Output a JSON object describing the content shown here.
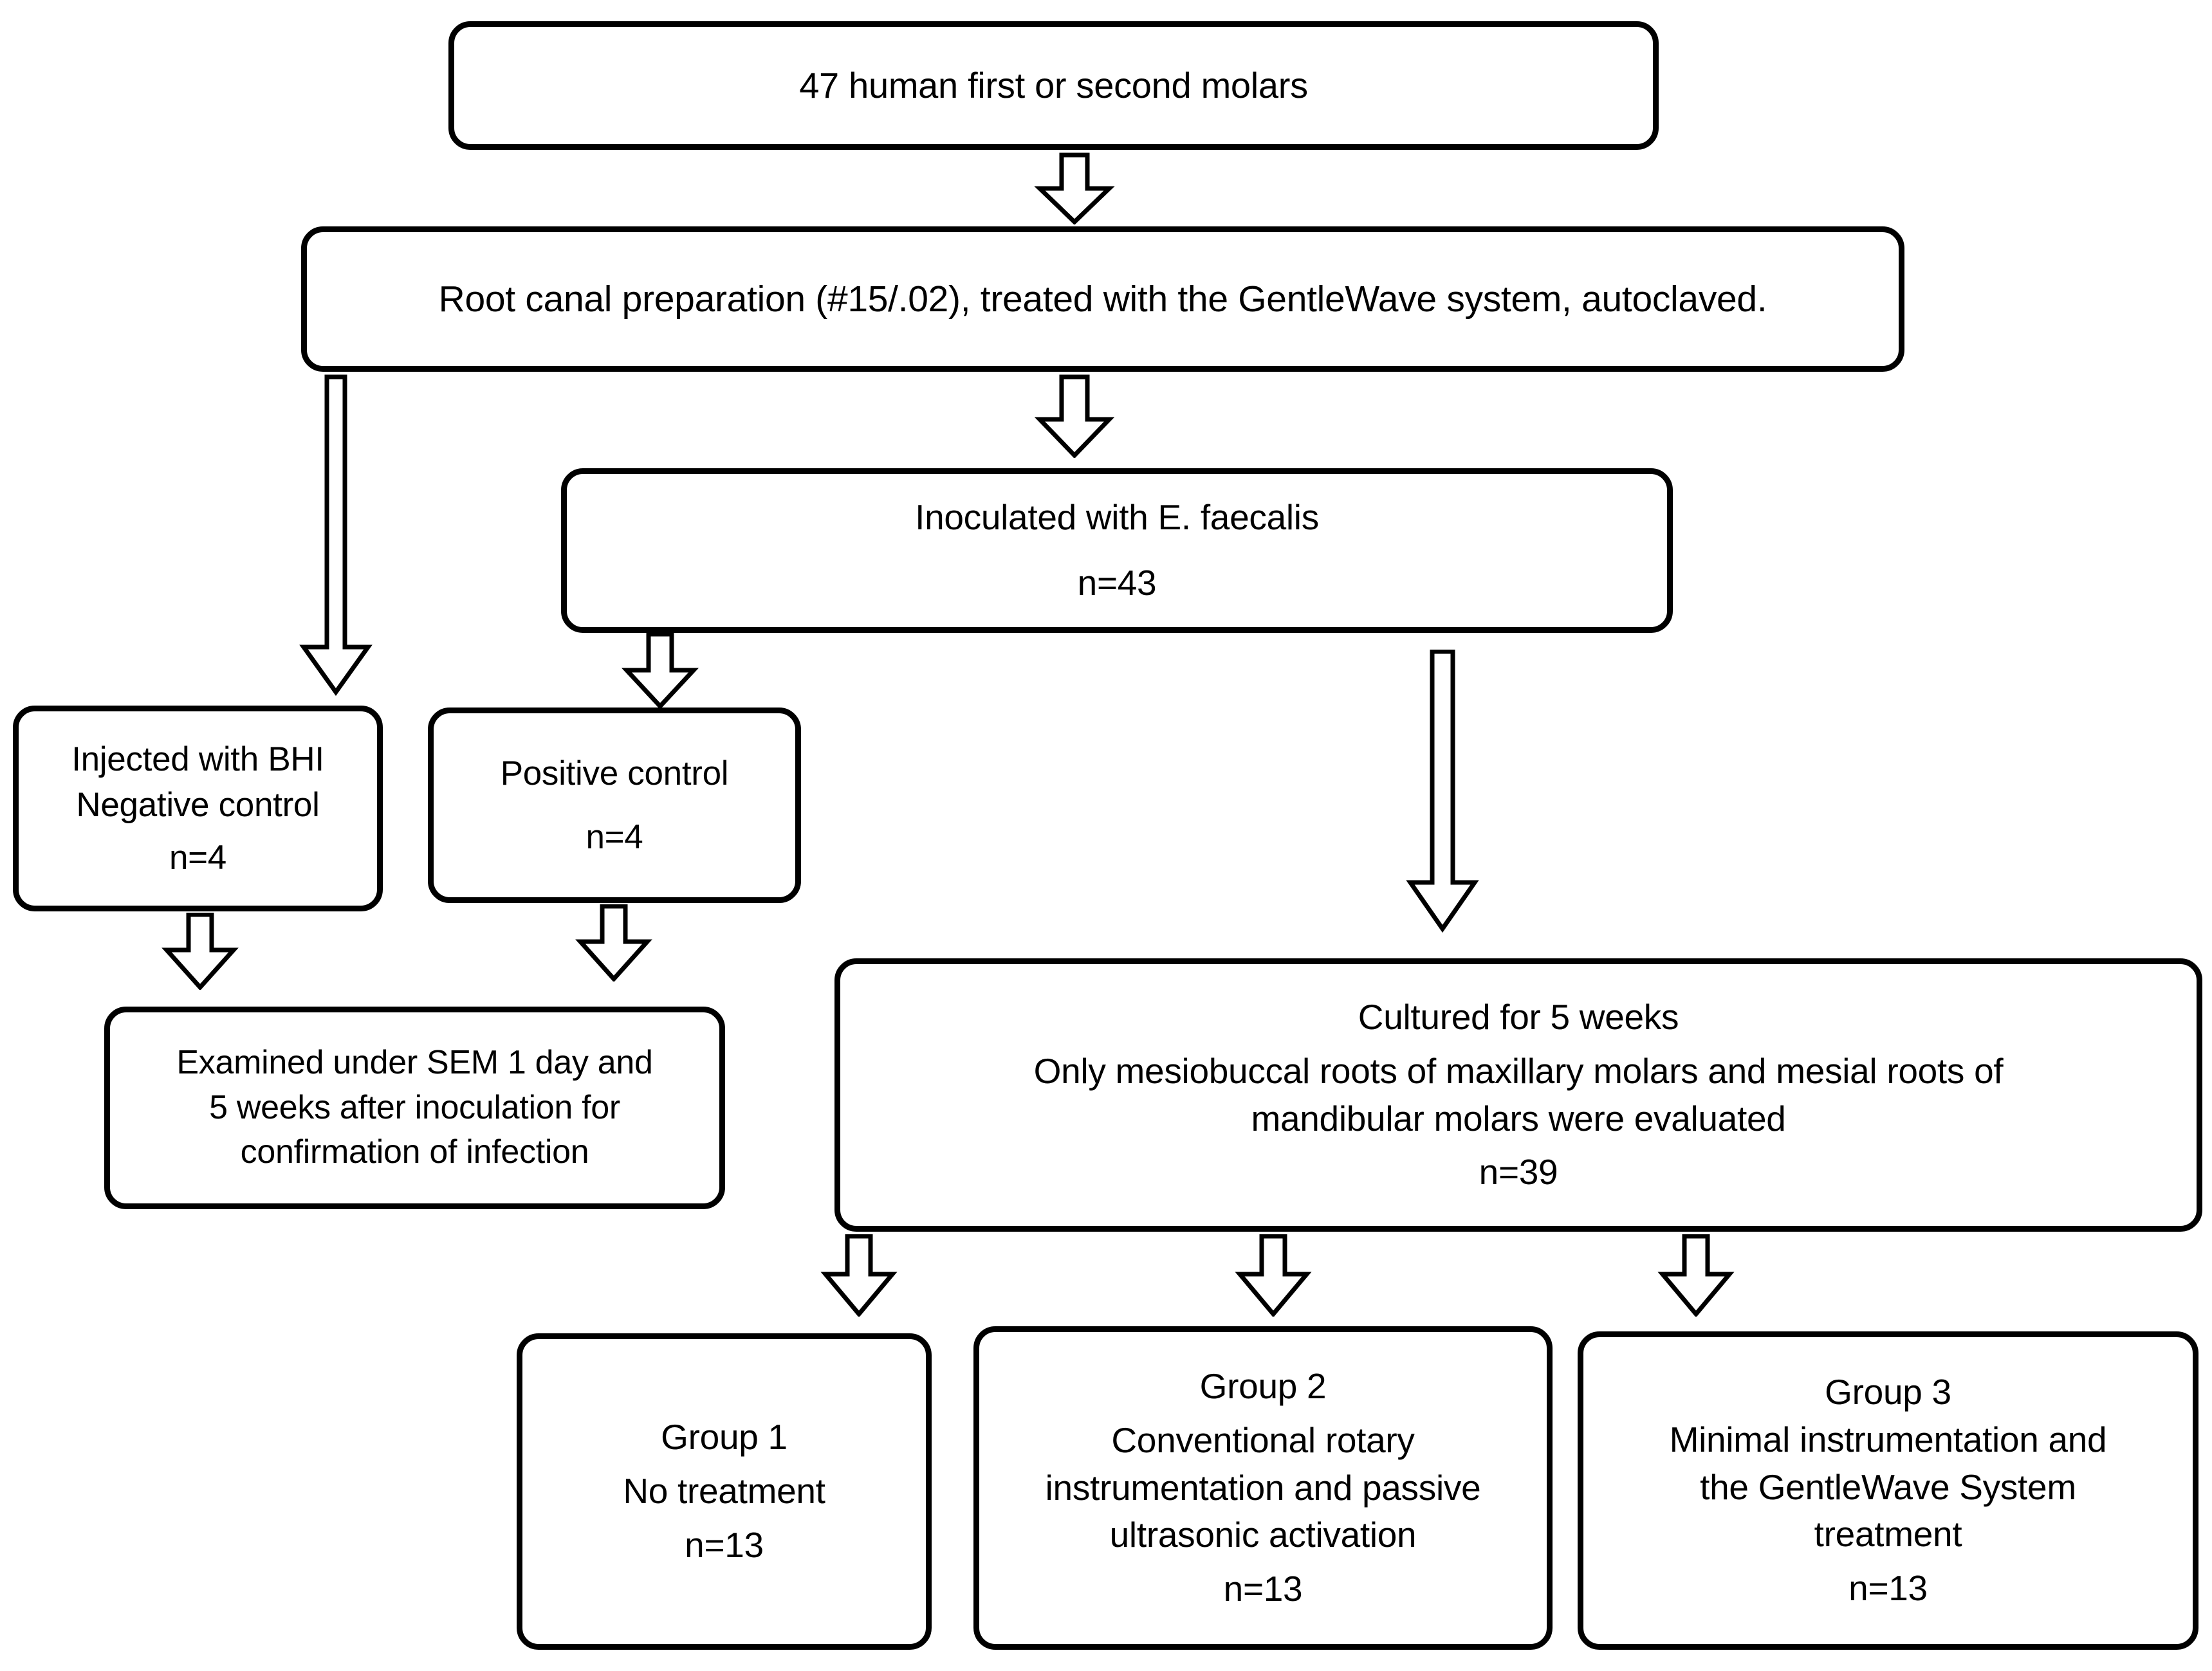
{
  "diagram": {
    "title": "Experimental flowchart",
    "type": "flowchart",
    "stroke_color": "#000000",
    "fill_color": "#ffffff",
    "nodes": [
      {
        "id": "molars",
        "name": "total-molars",
        "lines": [
          "47 human first or second molars"
        ]
      },
      {
        "id": "prep",
        "name": "root-canal-preparation",
        "lines": [
          "Root canal preparation (#15/.02), treated with the GentleWave system, autoclaved."
        ]
      },
      {
        "id": "inoculated",
        "name": "inoculated-e-faecalis",
        "lines": [
          "Inoculated with E. faecalis",
          "n=43"
        ]
      },
      {
        "id": "negative",
        "name": "negative-control",
        "lines": [
          "Injected with BHI",
          "Negative control",
          "n=4"
        ]
      },
      {
        "id": "positive",
        "name": "positive-control",
        "lines": [
          "Positive control",
          "n=4"
        ]
      },
      {
        "id": "sem",
        "name": "sem-examination",
        "lines": [
          "Examined under SEM 1 day and",
          "5 weeks after inoculation for",
          "confirmation of infection"
        ]
      },
      {
        "id": "cultured",
        "name": "cultured-five-weeks",
        "lines": [
          "Cultured for 5 weeks",
          "Only mesiobuccal roots of maxillary molars and mesial roots of",
          "mandibular molars were evaluated",
          "n=39"
        ]
      },
      {
        "id": "group1",
        "name": "group-1",
        "lines": [
          "Group 1",
          "No treatment",
          "n=13"
        ]
      },
      {
        "id": "group2",
        "name": "group-2",
        "lines": [
          "Group 2",
          "Conventional rotary",
          "instrumentation and passive",
          "ultrasonic activation",
          "n=13"
        ]
      },
      {
        "id": "group3",
        "name": "group-3",
        "lines": [
          "Group 3",
          "Minimal instrumentation and",
          "the GentleWave System",
          "treatment",
          "n=13"
        ]
      }
    ],
    "edges": [
      {
        "from": "molars",
        "to": "prep",
        "style": "block-arrow-down"
      },
      {
        "from": "prep",
        "to": "inoculated",
        "style": "block-arrow-down"
      },
      {
        "from": "prep",
        "to": "negative",
        "style": "block-arrow-down-long"
      },
      {
        "from": "inoculated",
        "to": "positive",
        "style": "block-arrow-down"
      },
      {
        "from": "inoculated",
        "to": "cultured",
        "style": "block-arrow-down-long"
      },
      {
        "from": "negative",
        "to": "sem",
        "style": "block-arrow-down"
      },
      {
        "from": "positive",
        "to": "sem",
        "style": "block-arrow-down"
      },
      {
        "from": "cultured",
        "to": "group1",
        "style": "block-arrow-down"
      },
      {
        "from": "cultured",
        "to": "group2",
        "style": "block-arrow-down"
      },
      {
        "from": "cultured",
        "to": "group3",
        "style": "block-arrow-down"
      }
    ]
  }
}
